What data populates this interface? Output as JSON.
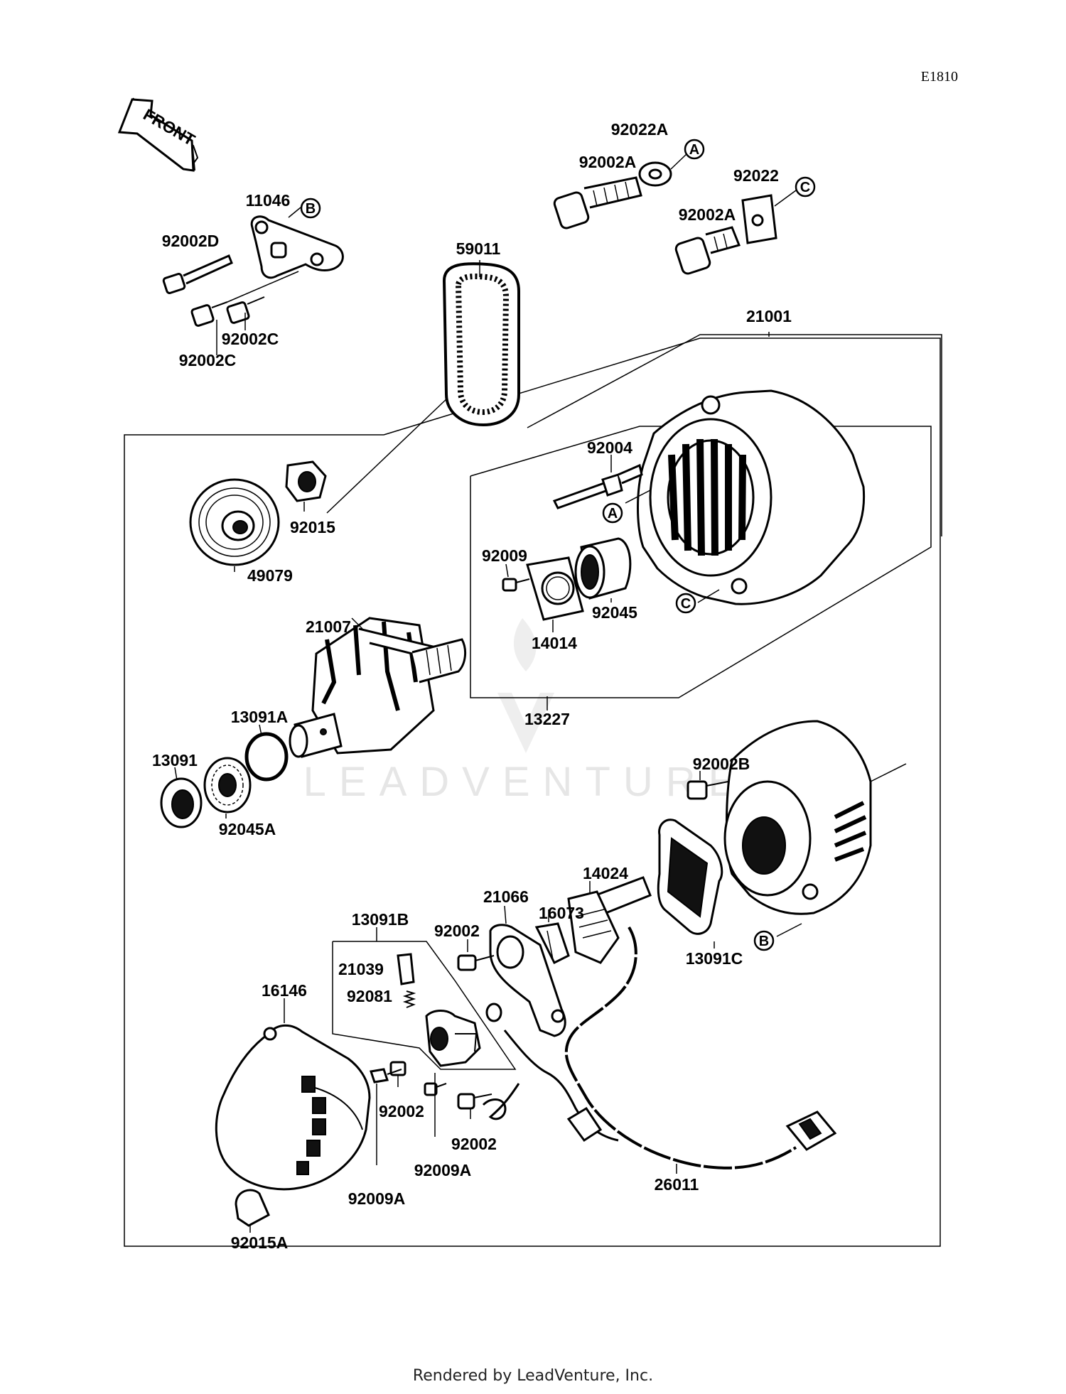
{
  "diagram_code": "E1810",
  "front_label": "FRONT",
  "watermark": "LEADVENTURE",
  "footer": "Rendered by LeadVenture, Inc.",
  "markers": [
    "A",
    "B",
    "C"
  ],
  "parts": {
    "p92022A": "92022A",
    "p92002A_1": "92002A",
    "p92022": "92022",
    "p92002A_2": "92002A",
    "p11046": "11046",
    "p92002D": "92002D",
    "p92002C_1": "92002C",
    "p92002C_2": "92002C",
    "p59011": "59011",
    "p21001": "21001",
    "p92004": "92004",
    "p92015": "92015",
    "p49079": "49079",
    "p92009": "92009",
    "p14014": "14014",
    "p92045": "92045",
    "p21007": "21007",
    "p13227": "13227",
    "p13091A": "13091A",
    "p13091": "13091",
    "p92045A": "92045A",
    "p92002B": "92002B",
    "p14024": "14024",
    "p21066": "21066",
    "p16073": "16073",
    "p13091B": "13091B",
    "p92002_1": "92002",
    "p13091C": "13091C",
    "p21039": "21039",
    "p92081": "92081",
    "p16146": "16146",
    "p92002_2": "92002",
    "p92002_3": "92002",
    "p92009A_1": "92009A",
    "p92009A_2": "92009A",
    "p26011": "26011",
    "p92015A": "92015A"
  }
}
